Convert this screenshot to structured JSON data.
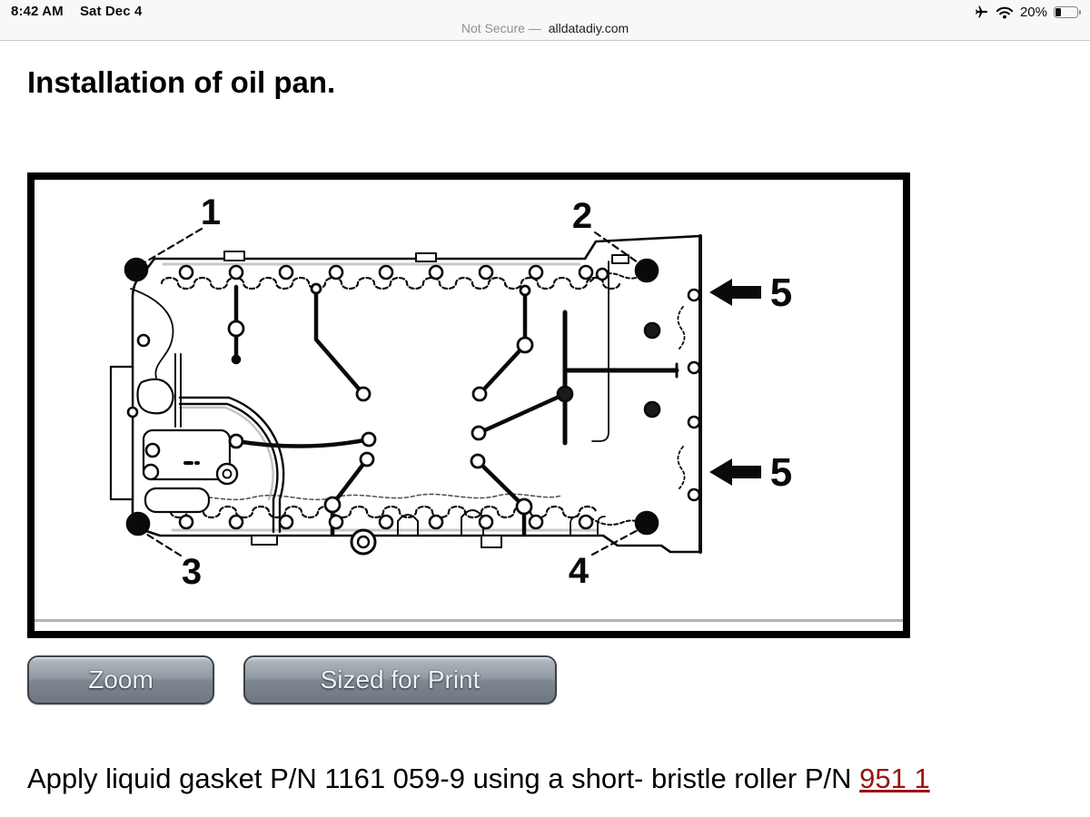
{
  "status_bar": {
    "time": "8:42 AM",
    "date": "Sat Dec 4",
    "battery_percent": "20%",
    "icons": [
      "airplane-mode-icon",
      "wifi-icon",
      "battery-icon"
    ]
  },
  "address_bar": {
    "security_label": "Not Secure —",
    "domain": "alldatadiy.com"
  },
  "article": {
    "heading": "Installation of oil pan.",
    "figure": {
      "description": "top view technical diagram of oil pan sealing surface with numbered callouts",
      "callouts": {
        "c1": "1",
        "c2": "2",
        "c3": "3",
        "c4": "4",
        "c5": "5"
      }
    },
    "buttons": {
      "zoom": "Zoom",
      "sized_for_print": "Sized for Print"
    },
    "paragraph": {
      "text_before_link": "Apply liquid gasket P/N 1161 059-9 using a short- bristle roller P/N ",
      "link_text": "951 1"
    }
  },
  "colors": {
    "link_red": "#9b1212",
    "topbar_bg": "#f8f8f8",
    "frame_border": "#000000"
  }
}
